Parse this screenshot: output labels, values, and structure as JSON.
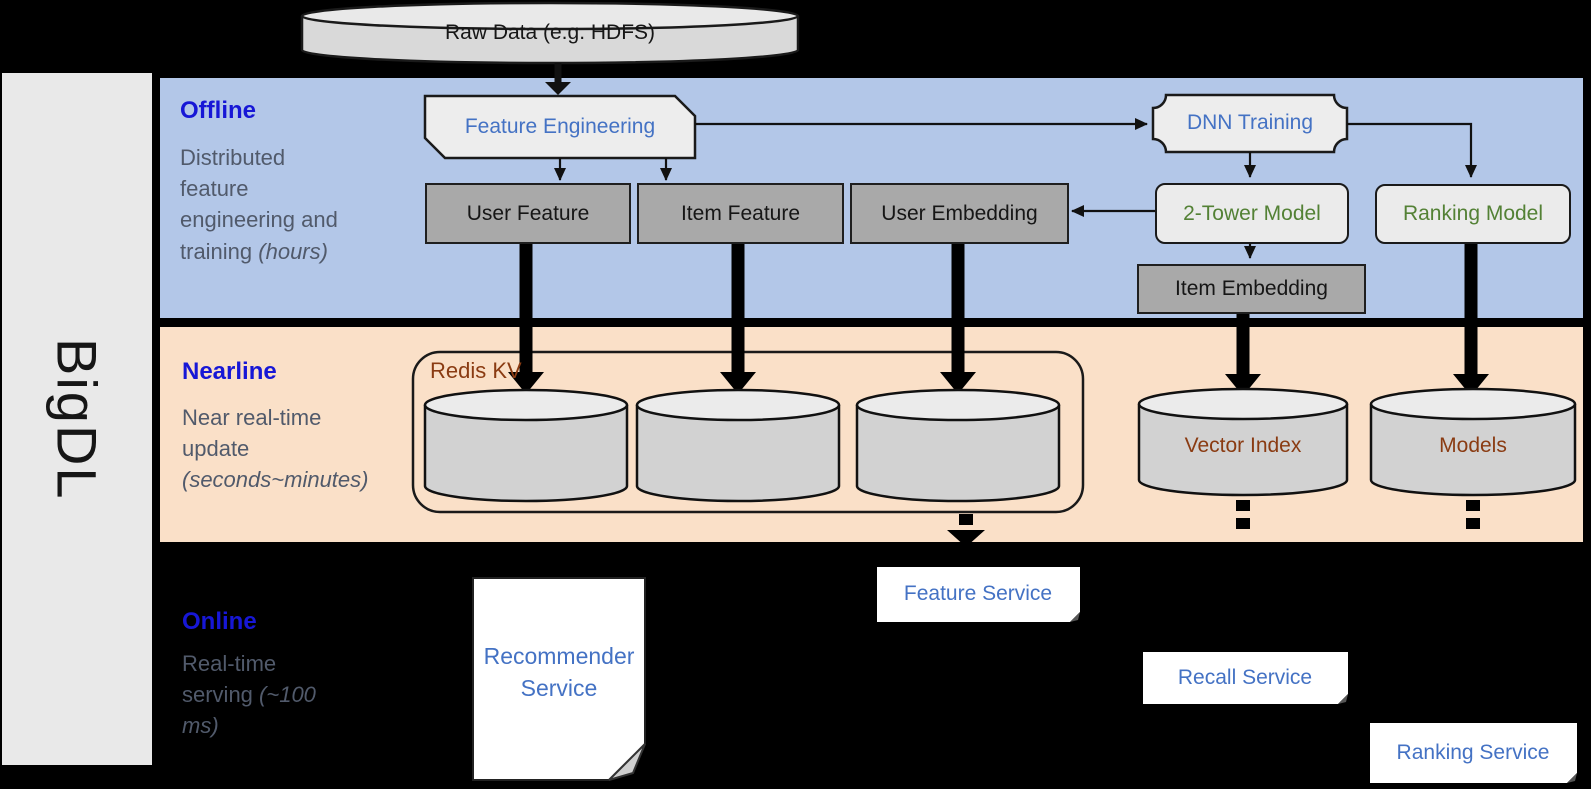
{
  "title": "BigDL",
  "pipeline_stages": {
    "offline": {
      "label": "Offline",
      "description": "Distributed feature engineering and training",
      "description_em": " (hours)"
    },
    "nearline": {
      "label": "Nearline",
      "description": "Near real-time update",
      "description_em": " (seconds~minutes)"
    },
    "online": {
      "label": "Online",
      "description": "Real-time serving",
      "description_em": " (~100 ms)"
    }
  },
  "nodes": {
    "raw_data": {
      "label": "Raw Data (e.g. HDFS)"
    },
    "feature_engineering": {
      "label": "Feature Engineering"
    },
    "dnn_training": {
      "label": "DNN Training"
    },
    "user_feature": {
      "label": "User Feature"
    },
    "item_feature": {
      "label": "Item Feature"
    },
    "user_embedding": {
      "label": "User Embedding"
    },
    "two_tower_model": {
      "label": "2-Tower Model"
    },
    "ranking_model": {
      "label": "Ranking Model"
    },
    "item_embedding": {
      "label": "Item Embedding"
    },
    "redis_kv": {
      "label": "Redis KV"
    },
    "vector_index": {
      "label": "Vector Index"
    },
    "models": {
      "label": "Models"
    },
    "recommender_service": {
      "label": "Recommender Service"
    },
    "feature_service": {
      "label": "Feature Service"
    },
    "recall_service": {
      "label": "Recall Service"
    },
    "ranking_service": {
      "label": "Ranking Service"
    }
  },
  "colors": {
    "offline_band": "#b3c7e8",
    "nearline_band": "#fae0c8",
    "sidebar": "#e9e9e9",
    "stage_label": "#1717d6",
    "description_text": "#515a6b",
    "process_text": "#4472c4",
    "model_text": "#538135",
    "storage_text": "#8a3b12",
    "service_text": "#4472c4"
  }
}
